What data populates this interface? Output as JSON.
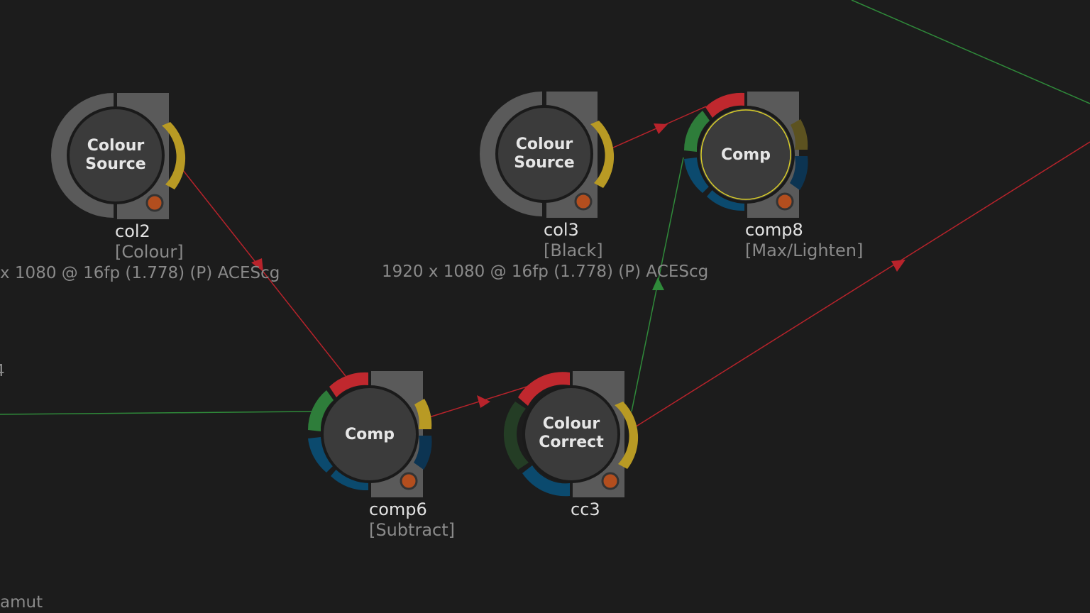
{
  "colors": {
    "background": "#1c1c1c",
    "node_body": "#3b3b3b",
    "node_ring": "#1a1a1a",
    "panel": "#5a5a5a",
    "input_red": "#c0282e",
    "input_green": "#2e7d3a",
    "input_blue": "#0b4a6e",
    "output_yellow": "#b89a24",
    "mask_orange": "#b34e1e",
    "selected_outline": "#d7cc2a",
    "link_red": "#b8232b",
    "link_green": "#2f8a3a"
  },
  "nodes": {
    "col2": {
      "title1": "Colour",
      "title2": "Source",
      "name": "col2",
      "sub": "[Colour]",
      "info": "x 1080 @ 16fp (1.778) (P) ACEScg"
    },
    "col3": {
      "title1": "Colour",
      "title2": "Source",
      "name": "col3",
      "sub": "[Black]",
      "info": "1920 x 1080 @ 16fp (1.778) (P) ACEScg"
    },
    "comp8": {
      "title": "Comp",
      "name": "comp8",
      "sub": "[Max/Lighten]"
    },
    "comp6": {
      "title": "Comp",
      "name": "comp6",
      "sub": "[Subtract]"
    },
    "cc3": {
      "title1": "Colour",
      "title2": "Correct",
      "name": "cc3"
    }
  },
  "offscreen": {
    "left_fragment": "4",
    "bottom_left_fragment": "amut"
  }
}
